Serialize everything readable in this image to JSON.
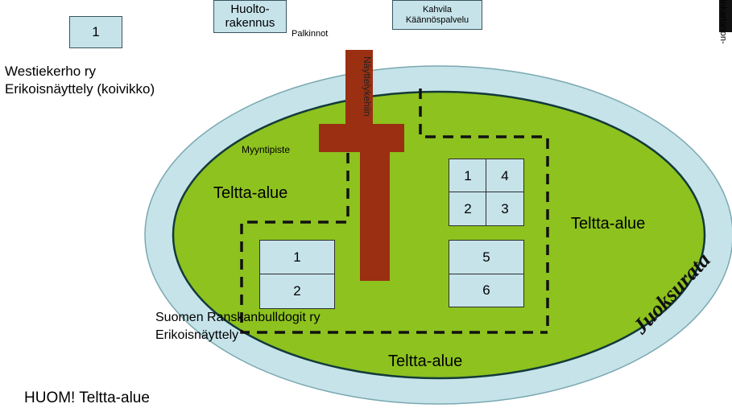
{
  "colors": {
    "track": "#c6e3ea",
    "field": "#8dc21f",
    "ring": "#123a3a",
    "stage": "#9b2f12",
    "tent_box": "#c6e3ea"
  },
  "map": {
    "top_left_box": "1",
    "huolto_line1": "Huolto-",
    "huolto_line2": "rakennus",
    "palkinnot": "Palkinnot",
    "kahvila_line1": "Kahvila",
    "kahvila_line2": "Käännöspalvelu",
    "right_edge_text": "rinkartanon-",
    "westie_line1": "Westiekerho ry",
    "westie_line2": "Erikoisnäyttely (koivikko)",
    "naytelykehiin": "Näyttelykehiin",
    "myyntipiste": "Myyntipiste",
    "teltta_left": "Teltta-alue",
    "teltta_right": "Teltta-alue",
    "teltta_bottom": "Teltta-alue",
    "ranskan_line1": "Suomen Ranskanbulldogit ry",
    "ranskan_line2": "Erikoisnäyttely",
    "juoksurata": "Juoksurata",
    "huom": "HUOM! Teltta-alue",
    "ring_left": [
      "1",
      "2"
    ],
    "ring_center": [
      "1",
      "4",
      "2",
      "3"
    ],
    "ring_right": [
      "5",
      "6"
    ]
  }
}
